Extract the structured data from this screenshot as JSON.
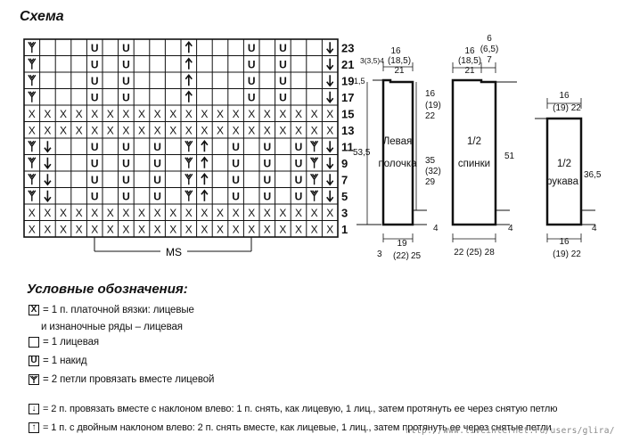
{
  "title": "Схема",
  "chart": {
    "cols": 20,
    "rows": [
      {
        "label": "23",
        "cells": [
          "Y",
          "",
          "",
          "",
          "U",
          "",
          "U",
          "",
          "",
          "",
          "A",
          "",
          "",
          "",
          "U",
          "",
          "U",
          "",
          "",
          "V"
        ]
      },
      {
        "label": "21",
        "cells": [
          "Y",
          "",
          "",
          "",
          "U",
          "",
          "U",
          "",
          "",
          "",
          "A",
          "",
          "",
          "",
          "U",
          "",
          "U",
          "",
          "",
          "V"
        ]
      },
      {
        "label": "19",
        "cells": [
          "Y",
          "",
          "",
          "",
          "U",
          "",
          "U",
          "",
          "",
          "",
          "A",
          "",
          "",
          "",
          "U",
          "",
          "U",
          "",
          "",
          "V"
        ]
      },
      {
        "label": "17",
        "cells": [
          "Y",
          "",
          "",
          "",
          "U",
          "",
          "U",
          "",
          "",
          "",
          "A",
          "",
          "",
          "",
          "U",
          "",
          "U",
          "",
          "",
          "V"
        ]
      },
      {
        "label": "15",
        "cells": [
          "X",
          "X",
          "X",
          "X",
          "X",
          "X",
          "X",
          "X",
          "X",
          "X",
          "X",
          "X",
          "X",
          "X",
          "X",
          "X",
          "X",
          "X",
          "X",
          "X"
        ]
      },
      {
        "label": "13",
        "cells": [
          "X",
          "X",
          "X",
          "X",
          "X",
          "X",
          "X",
          "X",
          "X",
          "X",
          "X",
          "X",
          "X",
          "X",
          "X",
          "X",
          "X",
          "X",
          "X",
          "X"
        ]
      },
      {
        "label": "11",
        "cells": [
          "Y",
          "V",
          "",
          "",
          "U",
          "",
          "U",
          "",
          "U",
          "",
          "Y",
          "A",
          "",
          "U",
          "",
          "U",
          "",
          "U",
          "Y",
          "V"
        ]
      },
      {
        "label": "9",
        "cells": [
          "Y",
          "V",
          "",
          "",
          "U",
          "",
          "U",
          "",
          "U",
          "",
          "Y",
          "A",
          "",
          "U",
          "",
          "U",
          "",
          "U",
          "Y",
          "V"
        ]
      },
      {
        "label": "7",
        "cells": [
          "Y",
          "V",
          "",
          "",
          "U",
          "",
          "U",
          "",
          "U",
          "",
          "Y",
          "A",
          "",
          "U",
          "",
          "U",
          "",
          "U",
          "Y",
          "V"
        ]
      },
      {
        "label": "5",
        "cells": [
          "Y",
          "V",
          "",
          "",
          "U",
          "",
          "U",
          "",
          "U",
          "",
          "Y",
          "A",
          "",
          "U",
          "",
          "U",
          "",
          "U",
          "Y",
          "V"
        ]
      },
      {
        "label": "3",
        "cells": [
          "X",
          "X",
          "X",
          "X",
          "X",
          "X",
          "X",
          "X",
          "X",
          "X",
          "X",
          "X",
          "X",
          "X",
          "X",
          "X",
          "X",
          "X",
          "X",
          "X"
        ]
      },
      {
        "label": "1",
        "cells": [
          "X",
          "X",
          "X",
          "X",
          "X",
          "X",
          "X",
          "X",
          "X",
          "X",
          "X",
          "X",
          "X",
          "X",
          "X",
          "X",
          "X",
          "X",
          "X",
          "X"
        ]
      }
    ],
    "ms_label": "MS"
  },
  "patterns": {
    "front": {
      "name": [
        "Левая",
        "полочка"
      ],
      "top_width": [
        "16",
        "(18,5)",
        "21"
      ],
      "shoulder": "3(3,5)4",
      "neck_drop": "1,5",
      "total_height": "53,5",
      "neck_depth": [
        "16",
        "(19)",
        "22"
      ],
      "body_height": [
        "35",
        "(32)",
        "29"
      ],
      "bottom_band": "4",
      "bottom_side": "3",
      "bottom_width": [
        "19",
        "(22)",
        "25"
      ]
    },
    "back": {
      "name": [
        "1/2",
        "спинки"
      ],
      "top_width": [
        "16",
        "(18,5)",
        "21"
      ],
      "neck": [
        "6",
        "(6,5)",
        "7"
      ],
      "height": "51",
      "bottom_band": "4",
      "bottom_width": "22 (25) 28"
    },
    "sleeve": {
      "name": [
        "1/2",
        "рукава"
      ],
      "top_width": [
        "16",
        "(19) 22"
      ],
      "height": "36,5",
      "bottom_band": "4",
      "bottom_width": [
        "16",
        "(19) 22"
      ]
    }
  },
  "legend": {
    "title": "Условные обозначения:",
    "items": [
      {
        "symbol": "X",
        "text": "= 1 п. платочной вязки: лицевые"
      },
      {
        "symbol": "",
        "text": "и изнаночные ряды – лицевая"
      },
      {
        "symbol": "□",
        "text": "= 1 лицевая"
      },
      {
        "symbol": "U",
        "text": "= 1 накид"
      },
      {
        "symbol": "Y",
        "text": "= 2 петли провязать вместе лицевой"
      },
      {
        "symbol": "↓",
        "text": "= 2 п. провязать вместе с наклоном влево: 1 п. снять, как лицевую, 1 лиц., затем протянуть ее через снятую петлю"
      },
      {
        "symbol": "↑",
        "text": "= 1 п. с двойным наклоном влево: 2 п. снять вместе, как лицевые, 1 лиц., затем протянуть ее через снятые петли"
      }
    ]
  },
  "watermark": "http://www.liveinternet.ru/users/glira/"
}
